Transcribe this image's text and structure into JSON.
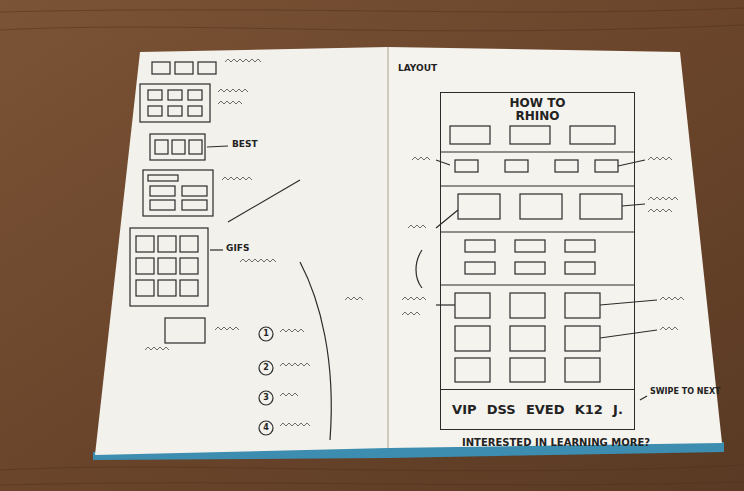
{
  "diagram": {
    "nodes": [
      {
        "text": [
          "HOW TO RHINO"
        ]
      },
      {
        "text": [
          "VIP",
          "DSS",
          "EVED",
          "K12",
          "J."
        ],
        "in": 0
      }
    ],
    "labels": [
      "LAYOUT",
      "INTERESTED IN LEARNING MORE?",
      "BEST",
      "GIFS",
      "SWIPE TO NEXT",
      "1",
      "2",
      "3",
      "4"
    ]
  }
}
